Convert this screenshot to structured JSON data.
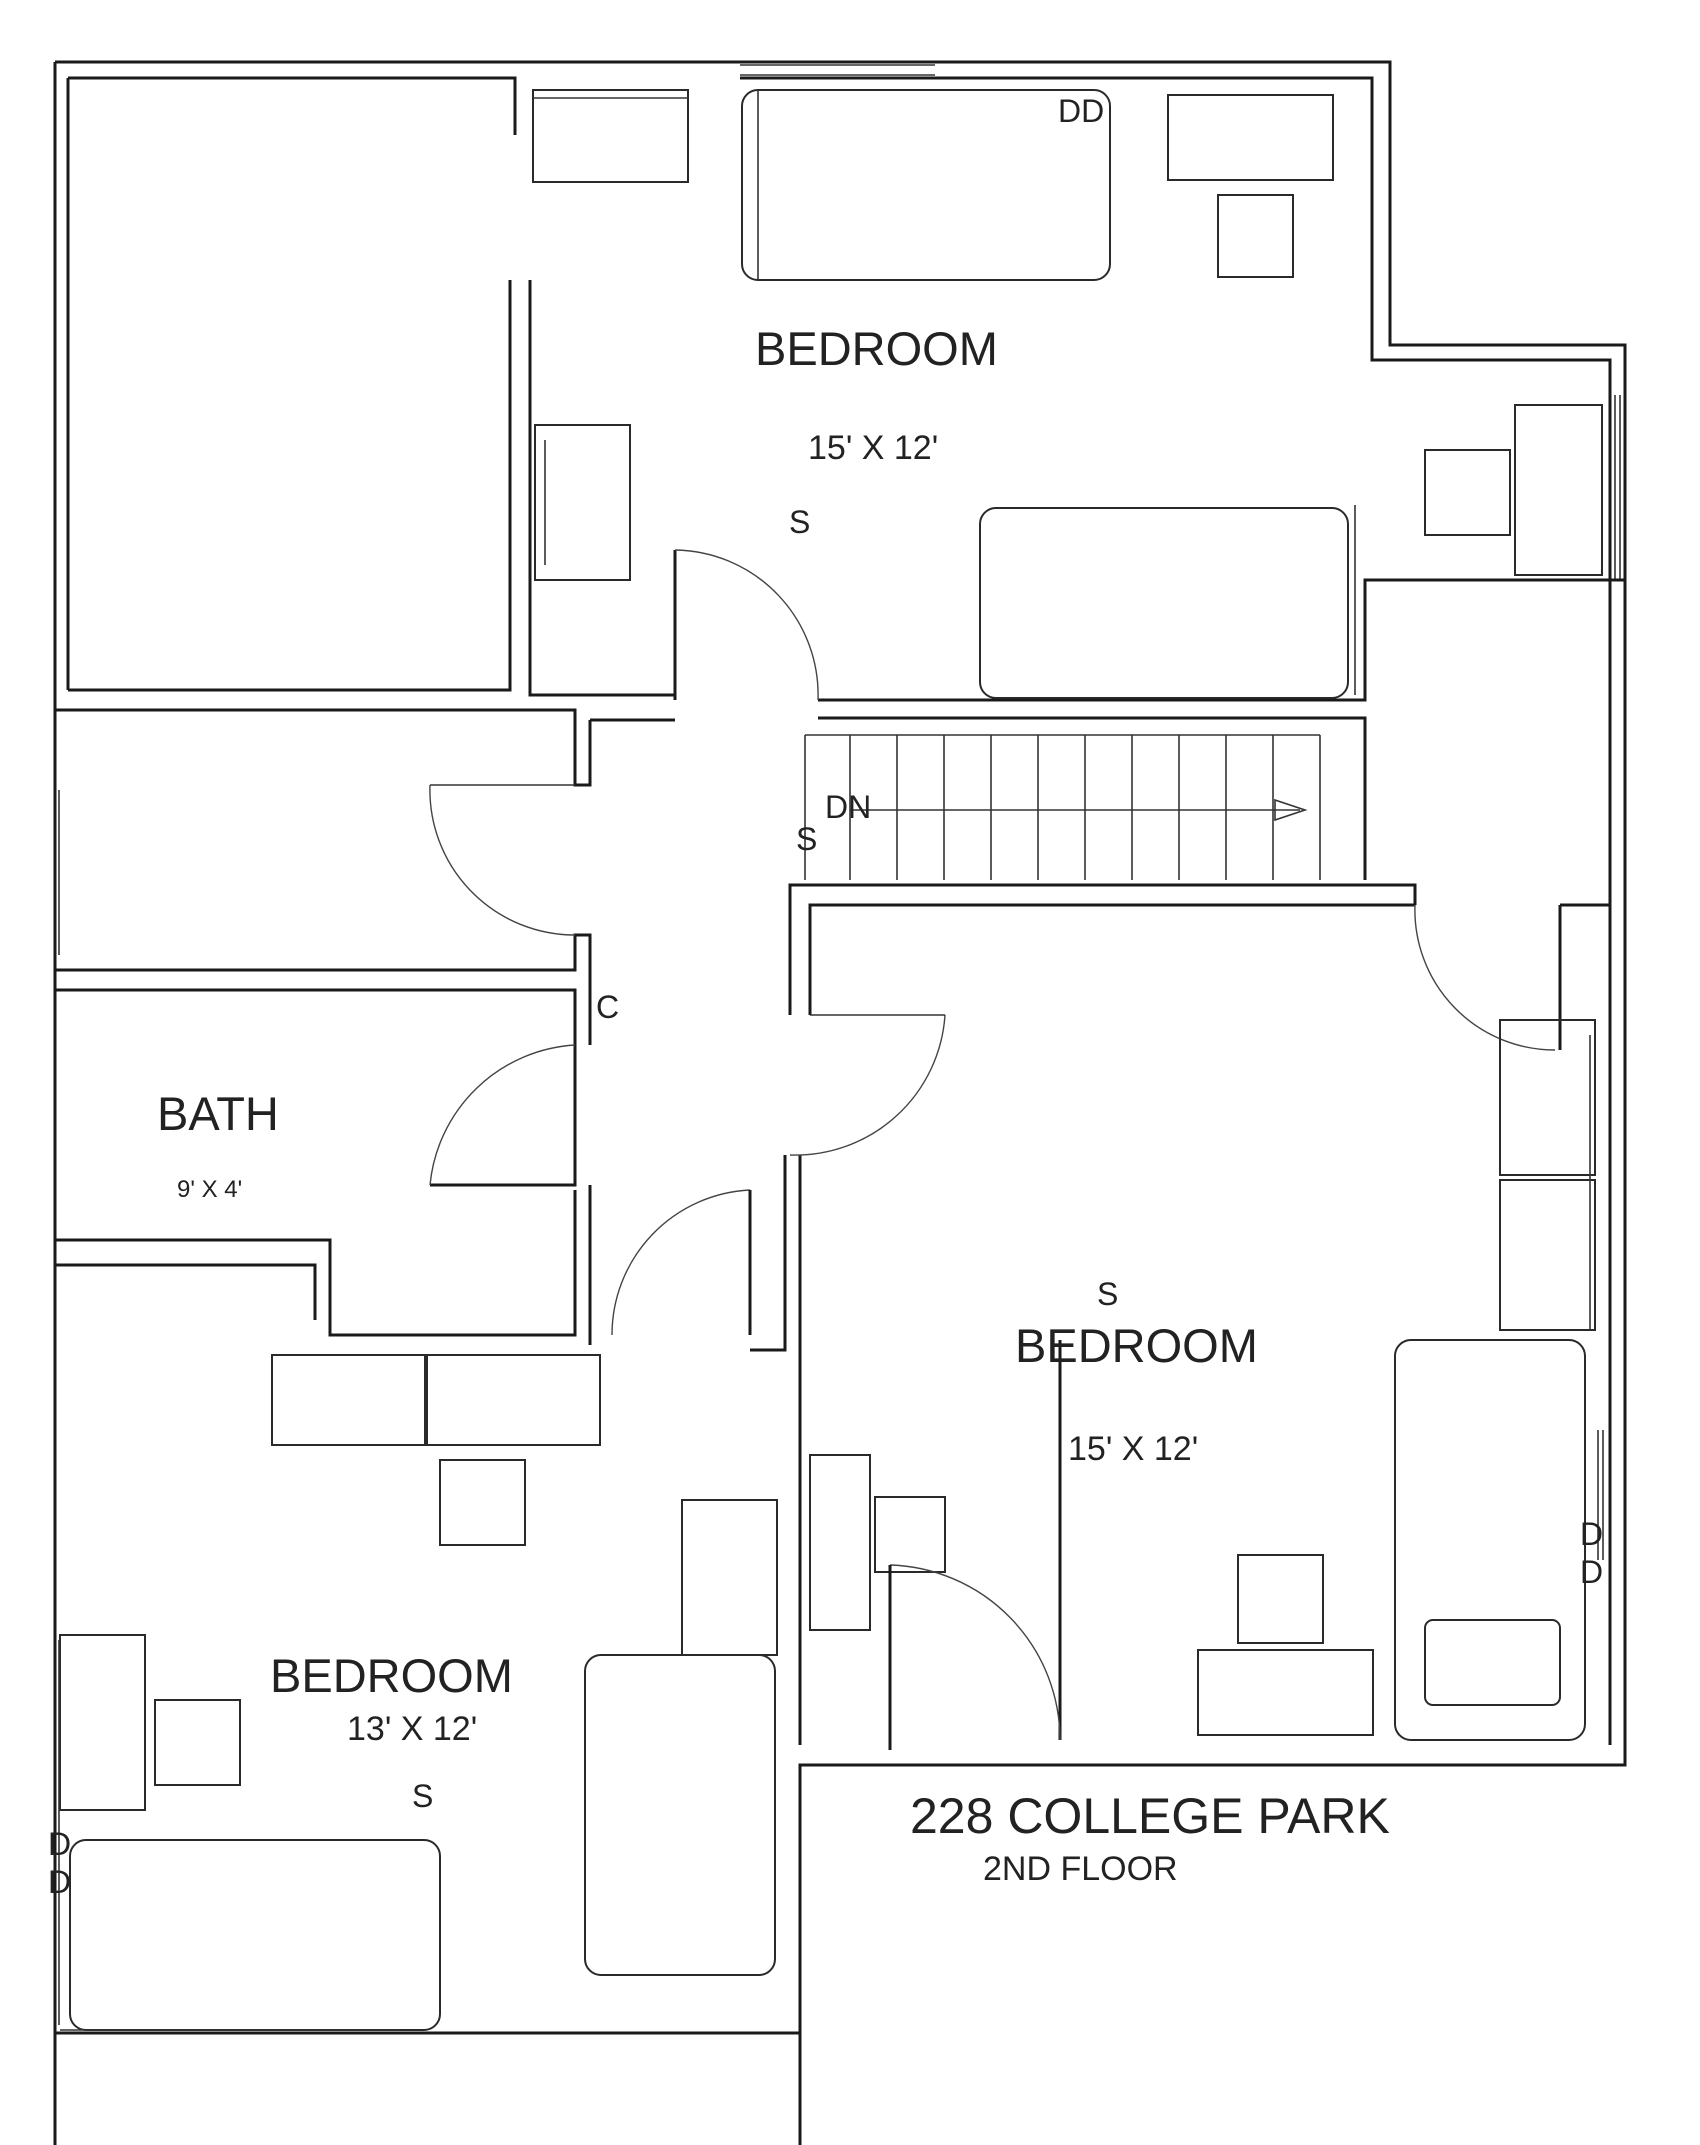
{
  "rooms": {
    "bedroom_top": {
      "name": "BEDROOM",
      "size": "15' X 12'"
    },
    "bedroom_right": {
      "name": "BEDROOM",
      "size": "15' X 12'"
    },
    "bedroom_bottom_left": {
      "name": "BEDROOM",
      "size": "13' X 12'"
    },
    "bath": {
      "name": "BATH",
      "size": "9' X 4'"
    }
  },
  "markers": {
    "smoke": "S",
    "closet": "C",
    "stairs_down": "DN",
    "double_door": "DD",
    "double_door_stacked": [
      "D",
      "D"
    ]
  },
  "title": {
    "address": "228 COLLEGE PARK",
    "floor": "2ND FLOOR"
  }
}
